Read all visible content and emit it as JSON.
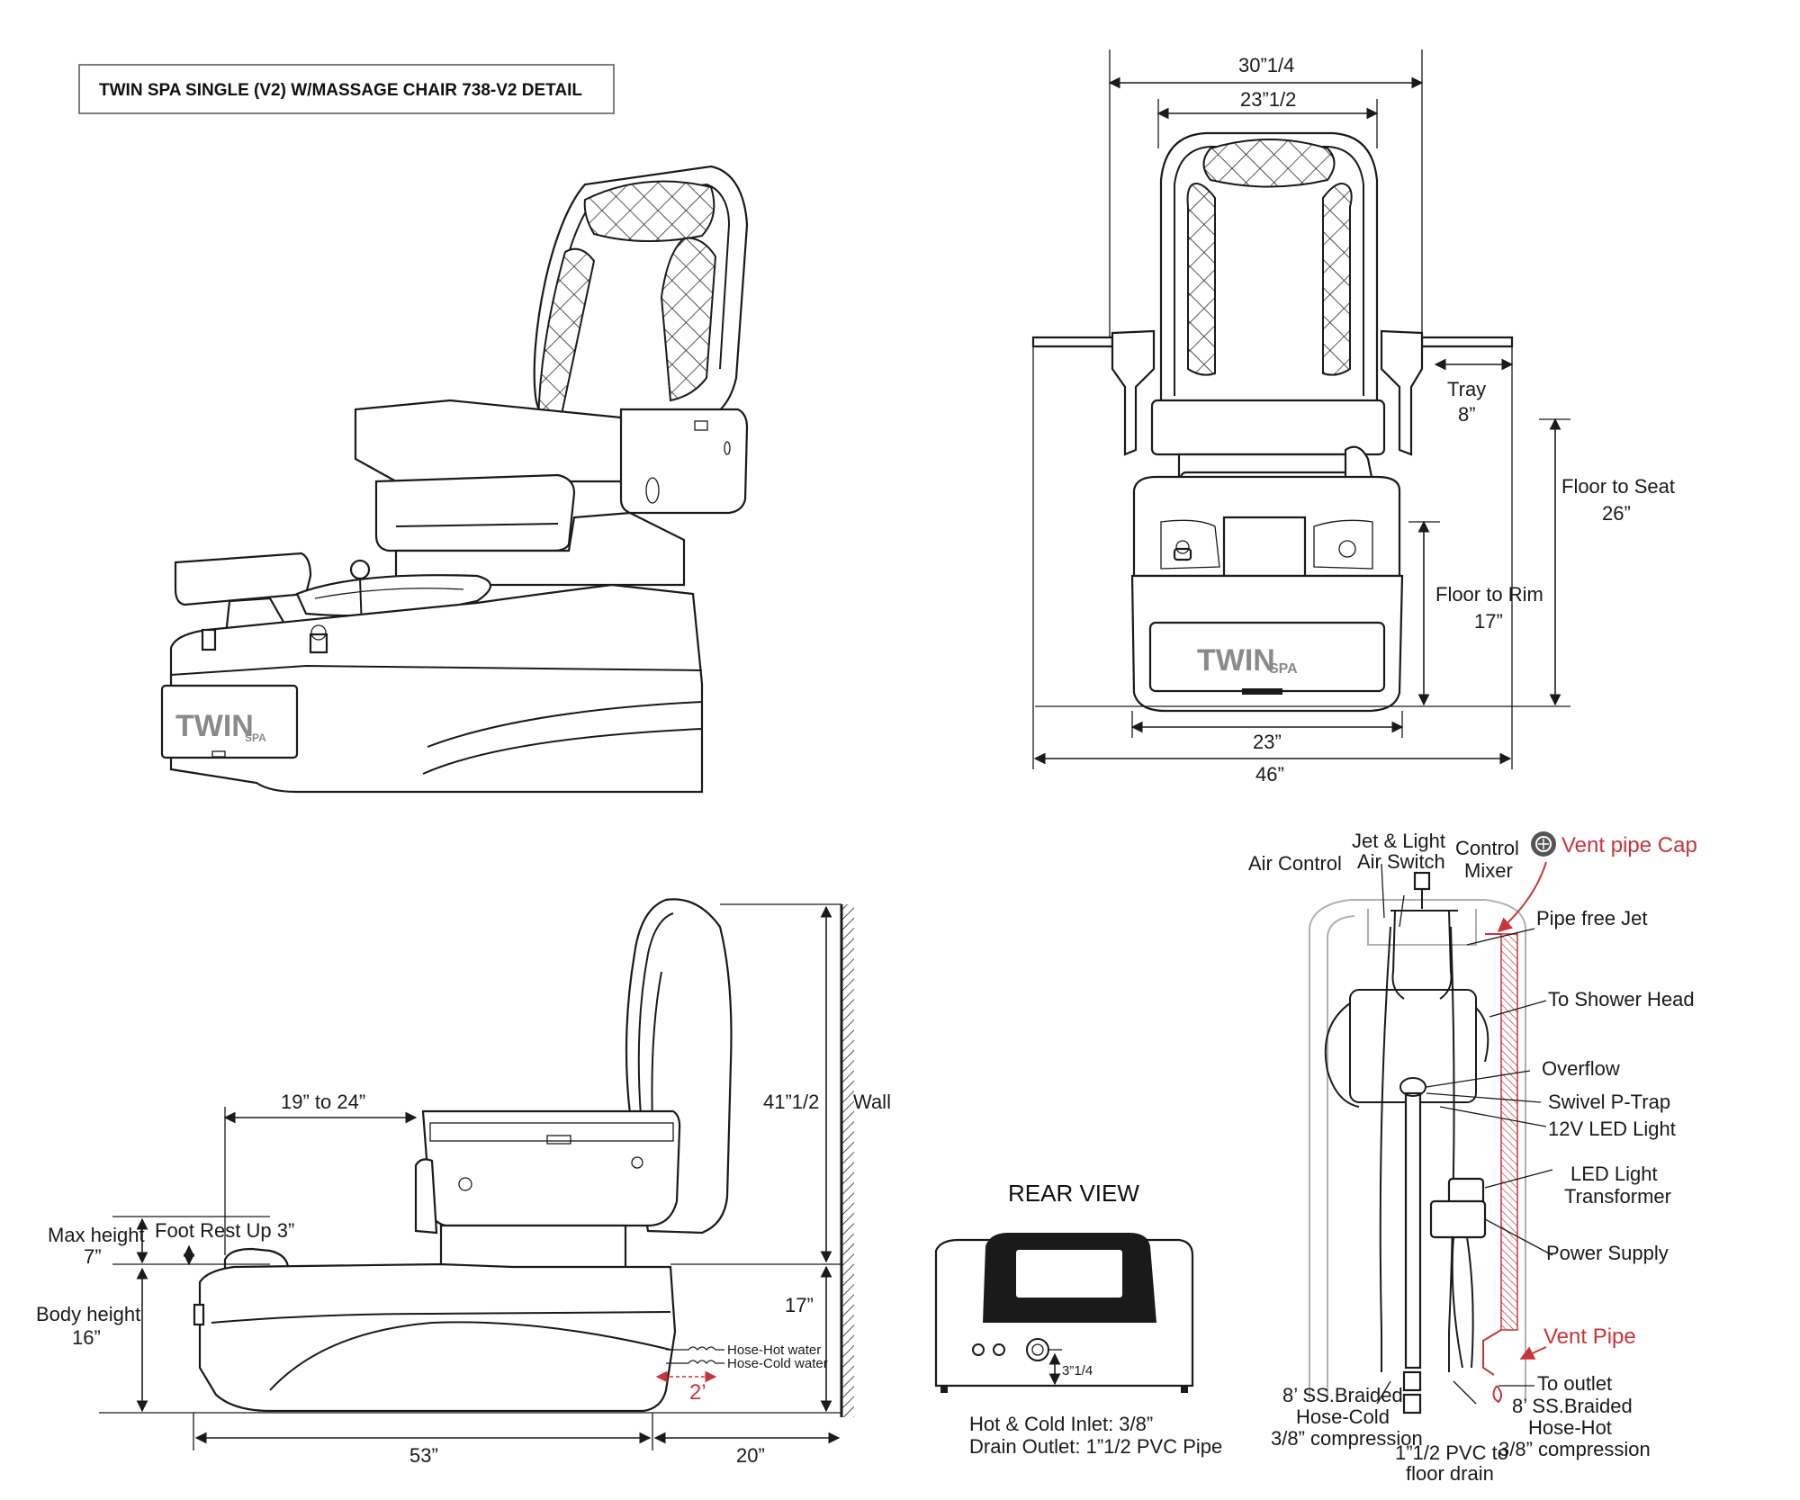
{
  "title": "TWIN SPA SINGLE (V2) W/MASSAGE CHAIR 738-V2 DETAIL",
  "brand": {
    "name": "TWIN",
    "suffix": "SPA"
  },
  "front_view": {
    "width_outer": "30”1/4",
    "width_inner": "23”1/2",
    "tray_label": "Tray",
    "tray_value": "8”",
    "floor_to_seat_label": "Floor to Seat",
    "floor_to_seat_value": "26”",
    "floor_to_rim_label": "Floor to Rim",
    "floor_to_rim_value": "17”",
    "base_width": "23”",
    "total_width": "46”"
  },
  "side_view": {
    "footrest_range": "19” to 24”",
    "height_total": "41”1/2",
    "wall_label": "Wall",
    "max_height_label": "Max height",
    "max_height_value": "7”",
    "foot_rest_up": "Foot Rest Up 3”",
    "body_height_label": "Body height",
    "body_height_value": "16”",
    "rim_height": "17”",
    "hose_hot": "Hose-Hot water",
    "hose_cold": "Hose-Cold water",
    "hose_spacing": "2’",
    "length": "53”",
    "wall_gap": "20”"
  },
  "rear_view": {
    "title": "REAR VIEW",
    "inlet_height": "3”1/4",
    "note_inlet": "Hot & Cold Inlet: 3/8”",
    "note_drain": "Drain Outlet: 1”1/2 PVC Pipe"
  },
  "plumbing": {
    "air_control": "Air Control",
    "jet_light_1": "Jet & Light",
    "jet_light_2": "Air Switch",
    "control_1": "Control",
    "control_2": "Mixer",
    "vent_cap": "Vent pipe Cap",
    "pipe_free_jet": "Pipe free Jet",
    "shower": "To Shower Head",
    "overflow": "Overflow",
    "swivel": "Swivel P-Trap",
    "led": "12V LED Light",
    "transformer_1": "LED Light",
    "transformer_2": "Transformer",
    "power_supply": "Power Supply",
    "vent_pipe": "Vent Pipe",
    "to_outlet": "To outlet",
    "hose_cold_1": "8’ SS.Braided",
    "hose_cold_2": "Hose-Cold",
    "hose_cold_3": "3/8” compression",
    "pvc_1": "1”1/2 PVC to",
    "pvc_2": "floor drain",
    "hose_hot_1": "8’ SS.Braided",
    "hose_hot_2": "Hose-Hot",
    "hose_hot_3": "3/8” compression"
  },
  "colors": {
    "annotation_red": "#c8343a",
    "line": "#1a1a1a",
    "brand_gray": "#8a8a8a"
  },
  "icons": [
    "vent-cap-icon",
    "diamond-quilt-pattern"
  ]
}
